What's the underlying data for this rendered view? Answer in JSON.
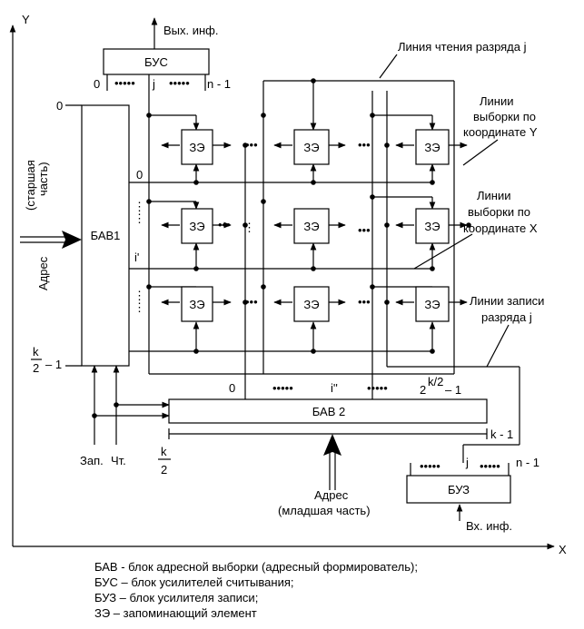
{
  "axes": {
    "y": "Y",
    "x": "X"
  },
  "bus": {
    "label": "БУС",
    "output": "Вых. инф.",
    "left": "0",
    "mid": "j",
    "right": "n - 1"
  },
  "annotations": {
    "read_line": "Линия чтения разряда j",
    "y_select": [
      "Линии",
      "выборки по",
      "координате Y"
    ],
    "x_select": [
      "Линии",
      "выборки по",
      "координате X"
    ],
    "write_line": [
      "Линии записи",
      "разряда j"
    ]
  },
  "bav1": {
    "label": "БАВ1",
    "top": "0",
    "row0": "0",
    "row_i": "i'",
    "bottom_frac": [
      "k",
      "2"
    ],
    "bottom_suffix": "– 1",
    "address": "Адрес",
    "address_part": [
      "(старшая",
      "часть)"
    ]
  },
  "cell_label": "ЗЭ",
  "bav2": {
    "label": "БАВ 2",
    "left": "0",
    "mid": "i''",
    "right_base": "2",
    "right_exp": "k/2",
    "right_suffix": "– 1",
    "width_frac": [
      "k",
      "2"
    ],
    "width_right": "k - 1",
    "address": "Адрес",
    "address_part": "(младшая часть)"
  },
  "controls": {
    "write": "Зап.",
    "read": "Чт."
  },
  "buz": {
    "label": "БУЗ",
    "input": "Вх. инф.",
    "mid": "j",
    "right": "n - 1"
  },
  "legend": [
    "БАВ - блок адресной выборки (адресный формирователь);",
    "БУС – блок усилителей считывания;",
    "БУЗ – блок усилителя записи;",
    "ЗЭ – запоминающий элемент"
  ],
  "colors": {
    "selected_cell": "#c0c0c0",
    "line": "#000000"
  }
}
